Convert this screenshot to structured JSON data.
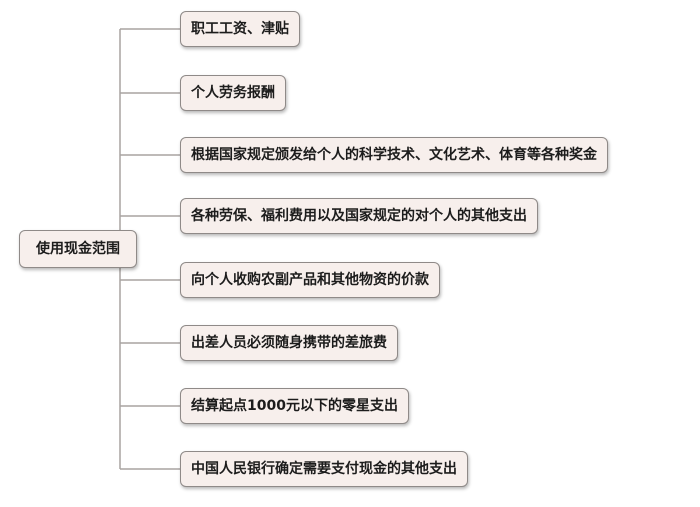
{
  "root": {
    "label": "使用现金范围"
  },
  "branches": [
    "职工工资、津贴",
    "个人劳务报酬",
    "根据国家规定颁发给个人的科学技术、文化艺术、体育等各种奖金",
    "各种劳保、福利费用以及国家规定的对个人的其他支出",
    "向个人收购农副产品和其他物资的价款",
    "出差人员必须随身携带的差旅费",
    "结算起点1000元以下的零星支出",
    "中国人民银行确定需要支付现金的其他支出"
  ],
  "colors": {
    "node_fill": "#f7efec",
    "node_border": "#8f8a88",
    "connector": "#a8a3a1",
    "text": "#1c1c1c"
  }
}
